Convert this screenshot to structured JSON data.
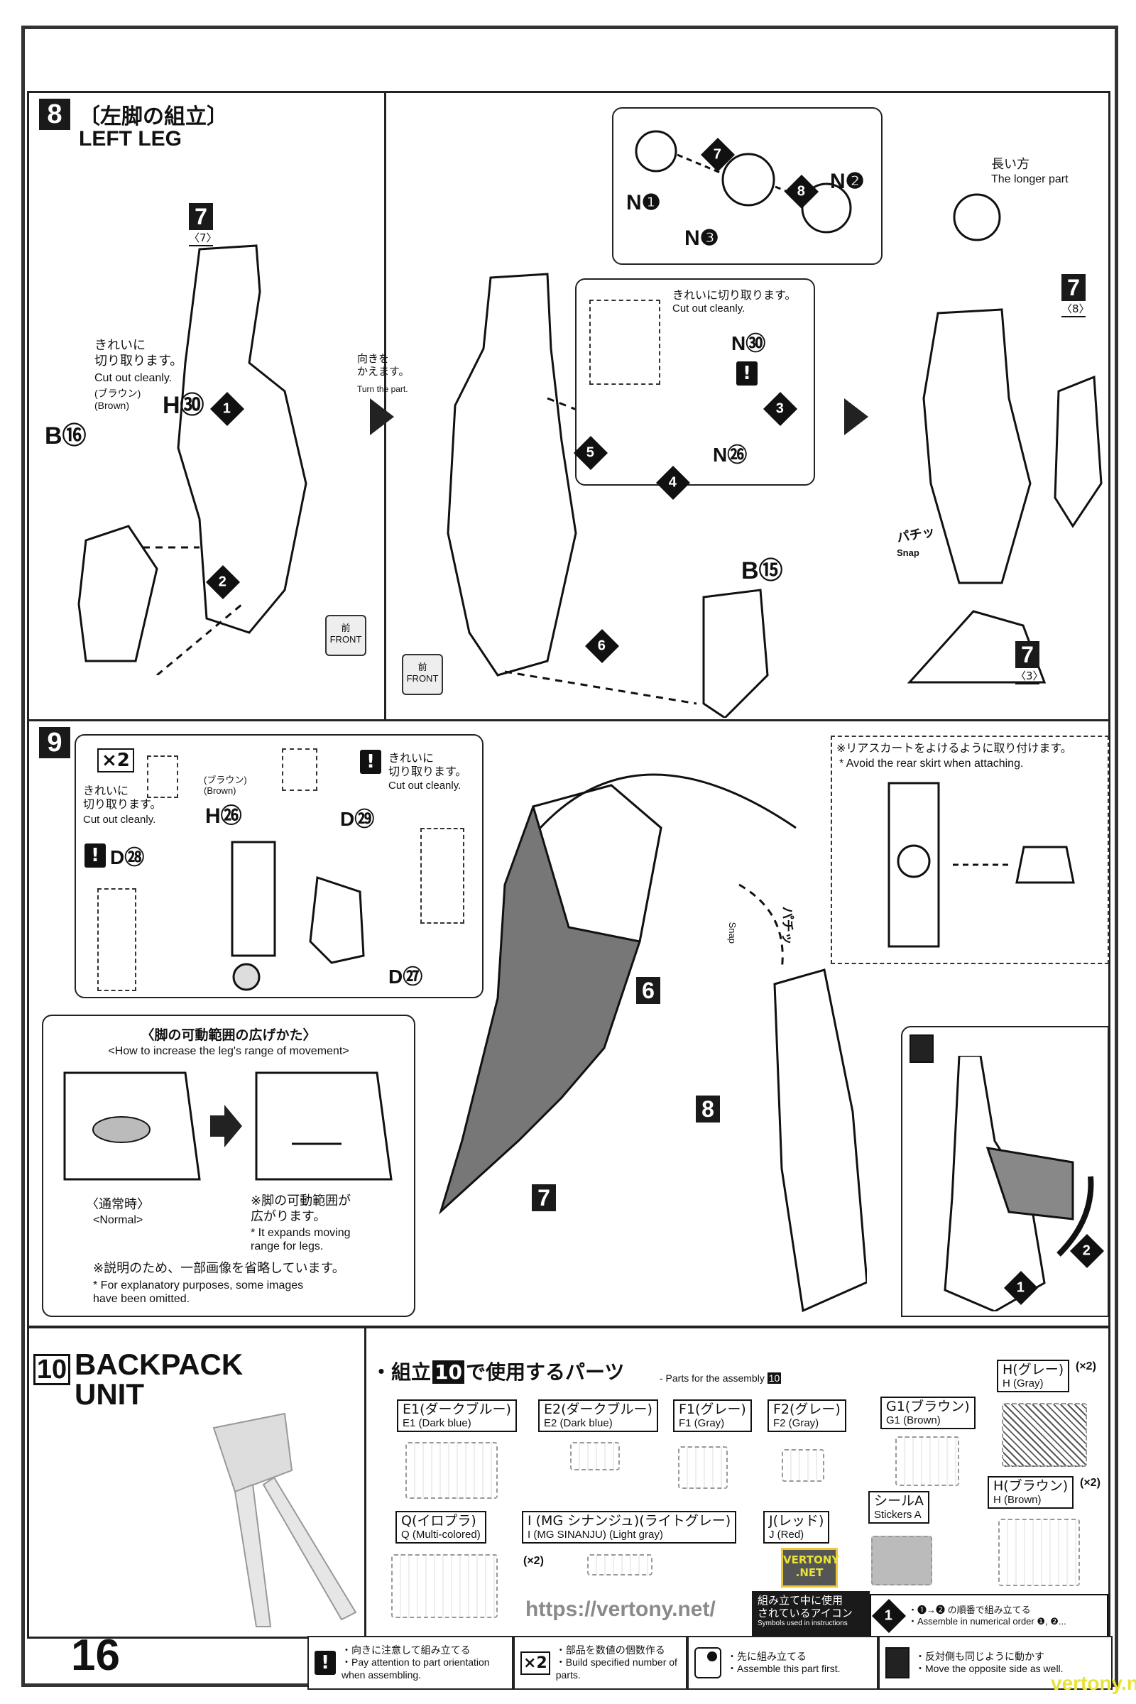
{
  "page_number": "16",
  "step8": {
    "number": "8",
    "title_jp": "〔左脚の組立〕",
    "title_en": "LEFT LEG",
    "part_top": {
      "num": "7",
      "sub": "〈7〉"
    },
    "cut_jp": "きれいに\n切り取ります。",
    "cut_en": "Cut out cleanly.",
    "brown_jp": "(ブラウン)",
    "brown_en": "(Brown)",
    "h30": "H㉚",
    "b16": "B⑯",
    "b15": "B⑮",
    "turn_jp": "向きを\nかえます。",
    "turn_en": "Turn the part.",
    "front_jp": "前",
    "front_en": "FRONT",
    "inset_cut_jp": "きれいに切り取ります。",
    "inset_cut_en": "Cut out cleanly.",
    "n30": "N㉚",
    "n26": "N㉖",
    "n1": "N❶",
    "n2": "N❷",
    "n3": "N❸",
    "longer_jp": "長い方",
    "longer_en": "The longer part",
    "part_right_upper": {
      "num": "7",
      "sub": "〈8〉"
    },
    "part_right_lower": {
      "num": "7",
      "sub": "〈3〉"
    },
    "snap_jp": "パチッ",
    "snap_en": "Snap",
    "steps": [
      "1",
      "2",
      "3",
      "4",
      "5",
      "6",
      "7",
      "8"
    ]
  },
  "step9": {
    "number": "9",
    "x2": "×2",
    "cut_jp": "きれいに\n切り取ります。",
    "cut_en": "Cut out cleanly.",
    "d28": "D㉘",
    "d29": "D㉙",
    "d27": "D㉗",
    "brown_jp": "(ブラウン)",
    "brown_en": "(Brown)",
    "h26": "H㉖",
    "cut2_jp": "きれいに\n切り取ります。",
    "cut2_en": "Cut out cleanly.",
    "move_title_jp": "〈脚の可動範囲の広げかた〉",
    "move_title_en": "<How to increase the leg's range of movement>",
    "normal_jp": "〈通常時〉",
    "normal_en": "<Normal>",
    "expand_jp": "※脚の可動範囲が\n広がります。",
    "expand_en": "* It expands moving\nrange for legs.",
    "omit_jp": "※説明のため、一部画像を省略しています。",
    "omit_en": "* For explanatory purposes, some images\nhave been omitted.",
    "rear_jp": "※リアスカートをよけるように取り付けます。",
    "rear_en": "* Avoid the rear skirt when attaching.",
    "snap_jp": "パチッ",
    "snap_en": "Snap",
    "part6": "6",
    "part7": "7",
    "part8": "8",
    "arrow1": "1",
    "arrow2": "2"
  },
  "step10": {
    "number": "10",
    "title": "BACKPACK\nUNIT",
    "parts_title_jp": "・組立",
    "parts_title_num": "10",
    "parts_title_jp2": "で使用するパーツ",
    "parts_title_en": "- Parts for the assembly",
    "parts_title_en_num": "10",
    "parts": [
      {
        "jp": "E1(ダークブルー)",
        "en": "E1 (Dark blue)"
      },
      {
        "jp": "E2(ダークブルー)",
        "en": "E2 (Dark blue)"
      },
      {
        "jp": "F1(グレー)",
        "en": "F1 (Gray)"
      },
      {
        "jp": "F2(グレー)",
        "en": "F2 (Gray)"
      },
      {
        "jp": "G1(ブラウン)",
        "en": "G1 (Brown)"
      },
      {
        "jp": "H(グレー)",
        "en": "H (Gray)",
        "qty": "(×2)"
      },
      {
        "jp": "H(ブラウン)",
        "en": "H (Brown)",
        "qty": "(×2)"
      },
      {
        "jp": "Q(イロプラ)",
        "en": "Q (Multi-colored)"
      },
      {
        "jp": "I (MG シナンジュ)(ライトグレー)",
        "en": "I (MG SINANJU) (Light gray)",
        "qty": "(×2)"
      },
      {
        "jp": "J(レッド)",
        "en": "J (Red)"
      },
      {
        "jp": "シールA",
        "en": "Stickers A"
      }
    ]
  },
  "icons_legend": {
    "heading_jp": "組み立て中に使用\nされているアイコン",
    "heading_en": "Symbols used in instructions",
    "order_icon": "1",
    "order_jp": "・❶→❷ の順番で組み立てる",
    "order_en": "・Assemble in numerical order ❶, ❷...",
    "items": [
      {
        "icon": "exclamation-icon",
        "jp": "・向きに注意して組み立てる",
        "en": "・Pay attention to part orientation\nwhen assembling."
      },
      {
        "icon": "x2-icon",
        "jp": "・部品を数値の個数作る",
        "en": "・Build specified number of parts."
      },
      {
        "icon": "assemble-first-icon",
        "jp": "・先に組み立てる",
        "en": "・Assemble this part first."
      },
      {
        "icon": "mirror-icon",
        "jp": "・反対側も同じように動かす",
        "en": "・Move the opposite side as well."
      }
    ]
  },
  "watermarks": {
    "url": "https://vertony.net/",
    "badge": "VERTONY\n.NET",
    "footer": "vertony.net"
  },
  "colors": {
    "ink": "#111111",
    "frame": "#333333",
    "watermark_yellow": "#e8e23a"
  }
}
